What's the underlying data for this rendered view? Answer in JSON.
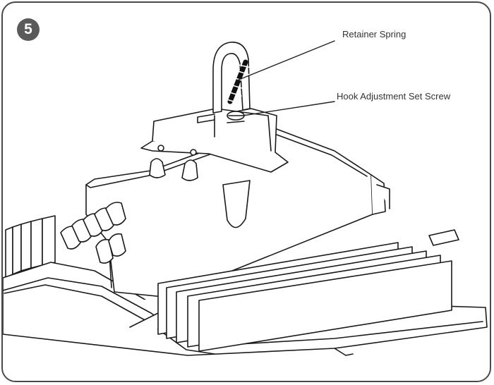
{
  "step": {
    "number": "5"
  },
  "callouts": {
    "retainer_spring": "Retainer Spring",
    "hook_adjustment_set_screw": "Hook Adjustment Set Screw"
  },
  "colors": {
    "line": "#1a1a1a",
    "frame": "#4a4a4a",
    "badge": "#5a5a5a",
    "fill": "#ffffff"
  }
}
